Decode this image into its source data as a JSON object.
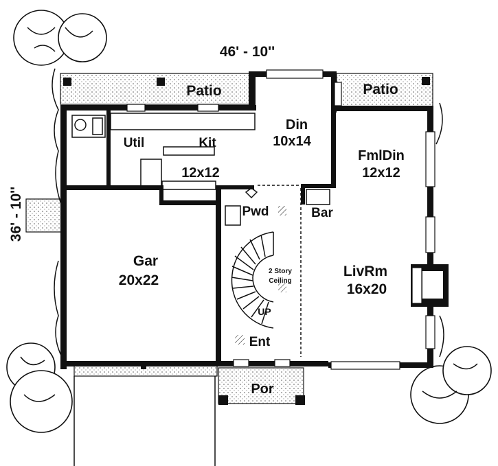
{
  "plan": {
    "width_dimension": "46' - 10''",
    "depth_dimension": "36' - 10''"
  },
  "rooms": {
    "patio_left": {
      "name": "Patio"
    },
    "patio_right": {
      "name": "Patio"
    },
    "dining": {
      "name": "Din",
      "size": "10x14"
    },
    "utility": {
      "name": "Util"
    },
    "kitchen": {
      "name": "Kit",
      "size": "12x12"
    },
    "family_dining": {
      "name": "FmlDin",
      "size": "12x12"
    },
    "powder": {
      "name": "Pwd"
    },
    "bar": {
      "name": "Bar"
    },
    "garage": {
      "name": "Gar",
      "size": "20x22"
    },
    "living": {
      "name": "LivRm",
      "size": "16x20"
    },
    "entry": {
      "name": "Ent"
    },
    "porch": {
      "name": "Por"
    }
  },
  "stair": {
    "note_line1": "2 Story",
    "note_line2": "Ceiling",
    "direction": "UP"
  }
}
